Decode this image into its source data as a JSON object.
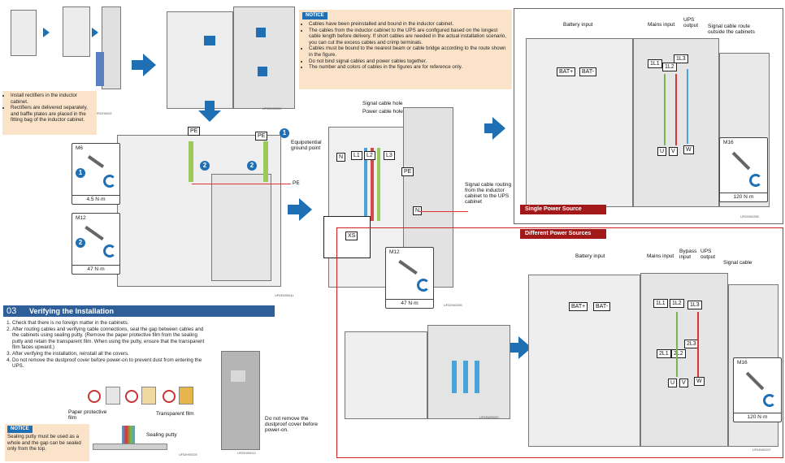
{
  "left_note": {
    "items": [
      "Install rectifiers in the inductor cabinet.",
      "Rectifiers are delivered separately, and baffle plates are placed in the fitting bag of the inductor cabinet."
    ]
  },
  "notice_top": {
    "title": "NOTICE",
    "items": [
      "Cables have been preinstalled and bound in the inductor cabinet.",
      "The cables from the inductor cabinet to the UPS are configured based on the longest cable length before delivery. If short cables are needed in the actual installation scenario, you can cut the excess cables and crimp terminals.",
      "Cables must be bound to the nearest beam or cable bridge according to the route shown in the figure.",
      "Do not bind signal cables and power cables together.",
      "The number and colors of cables in the figures are for reference only."
    ]
  },
  "figure_ids": {
    "top_left_1": "UF03W00022",
    "top_left_2": "UF03W00041",
    "middle": "UF02N00256",
    "single_right": "UF02N00258",
    "different_left": "UF03W00020",
    "different_right": "UF02N00257",
    "putty": "UF02H00025",
    "cover": "UF02H00014",
    "small_a": "UF02H0002"
  },
  "mid_left": {
    "pe_tag": "PE",
    "pe_tag2": "PE",
    "equipotential": "Equipotential ground point",
    "pe_label": "PE",
    "m6_size": "M6",
    "m6_torque": "4.5 N·m",
    "m12_size": "M12",
    "m12_torque": "47 N·m",
    "num1": "1",
    "num2": "2"
  },
  "middle": {
    "signal_hole": "Signal cable hole",
    "power_hole": "Power cable hole",
    "signal_route": "Signal cable routing from the inductor cabinet to the UPS cabinet",
    "tags": [
      "N",
      "L1",
      "L2",
      "L3",
      "PE",
      "N"
    ],
    "xs_tag": "XS",
    "m12_size": "M12",
    "m12_torque": "47 N·m"
  },
  "single_source": {
    "header": "Single Power Source",
    "battery_input": "Battery input",
    "mains_input": "Mains input",
    "ups_output": "UPS output",
    "signal_route": "Signal cable route outside the cabinets",
    "bat_plus": "BAT+",
    "bat_minus": "BAT-",
    "tags": [
      "1L1",
      "1L2",
      "1L3",
      "U",
      "V",
      "W"
    ],
    "m16_size": "M16",
    "m16_torque": "120 N·m"
  },
  "different_sources": {
    "header": "Different Power Sources",
    "battery_input": "Battery input",
    "mains_input": "Mains input",
    "bypass_input": "Bypass input",
    "ups_output": "UPS output",
    "signal_cable": "Signal cable",
    "bat_plus": "BAT+",
    "bat_minus": "BAT-",
    "tags_top": [
      "1L1",
      "1L2",
      "1L3"
    ],
    "tags_mid": [
      "2L3",
      "2L1",
      "2L2"
    ],
    "tags_bottom": [
      "U",
      "V",
      "W"
    ],
    "m16_size": "M16",
    "m16_torque": "120 N·m"
  },
  "section03": {
    "number": "03",
    "title": "Verifying the Installation",
    "steps": [
      "Check that there is no foreign matter in the cabinets.",
      "After routing cables and verifying cable connections, seal the gap between cables and the cabinets using sealing putty. (Remove the paper protective film from the sealing putty and retain the transparent film. When using the putty, ensure that the transparent film faces upward.)",
      "After verifying the installation, reinstall all the covers.",
      "Do not remove the dustproof cover before power-on to prevent dust from entering the UPS."
    ],
    "paper_film": "Paper protective film",
    "transparent_film": "Transparent film",
    "sealing_putty": "Sealing putty",
    "cover_note": "Do not remove the dustproof cover before power-on."
  },
  "notice_bottom": {
    "title": "NOTICE",
    "text": "Sealing putty must be used as a whole and the gap can be sealed only from the top."
  },
  "colors": {
    "accent_blue": "#1f6fb5",
    "notice_bg": "#fbe3c9",
    "red_header": "#a31818",
    "section_bar": "#2f5f98"
  }
}
